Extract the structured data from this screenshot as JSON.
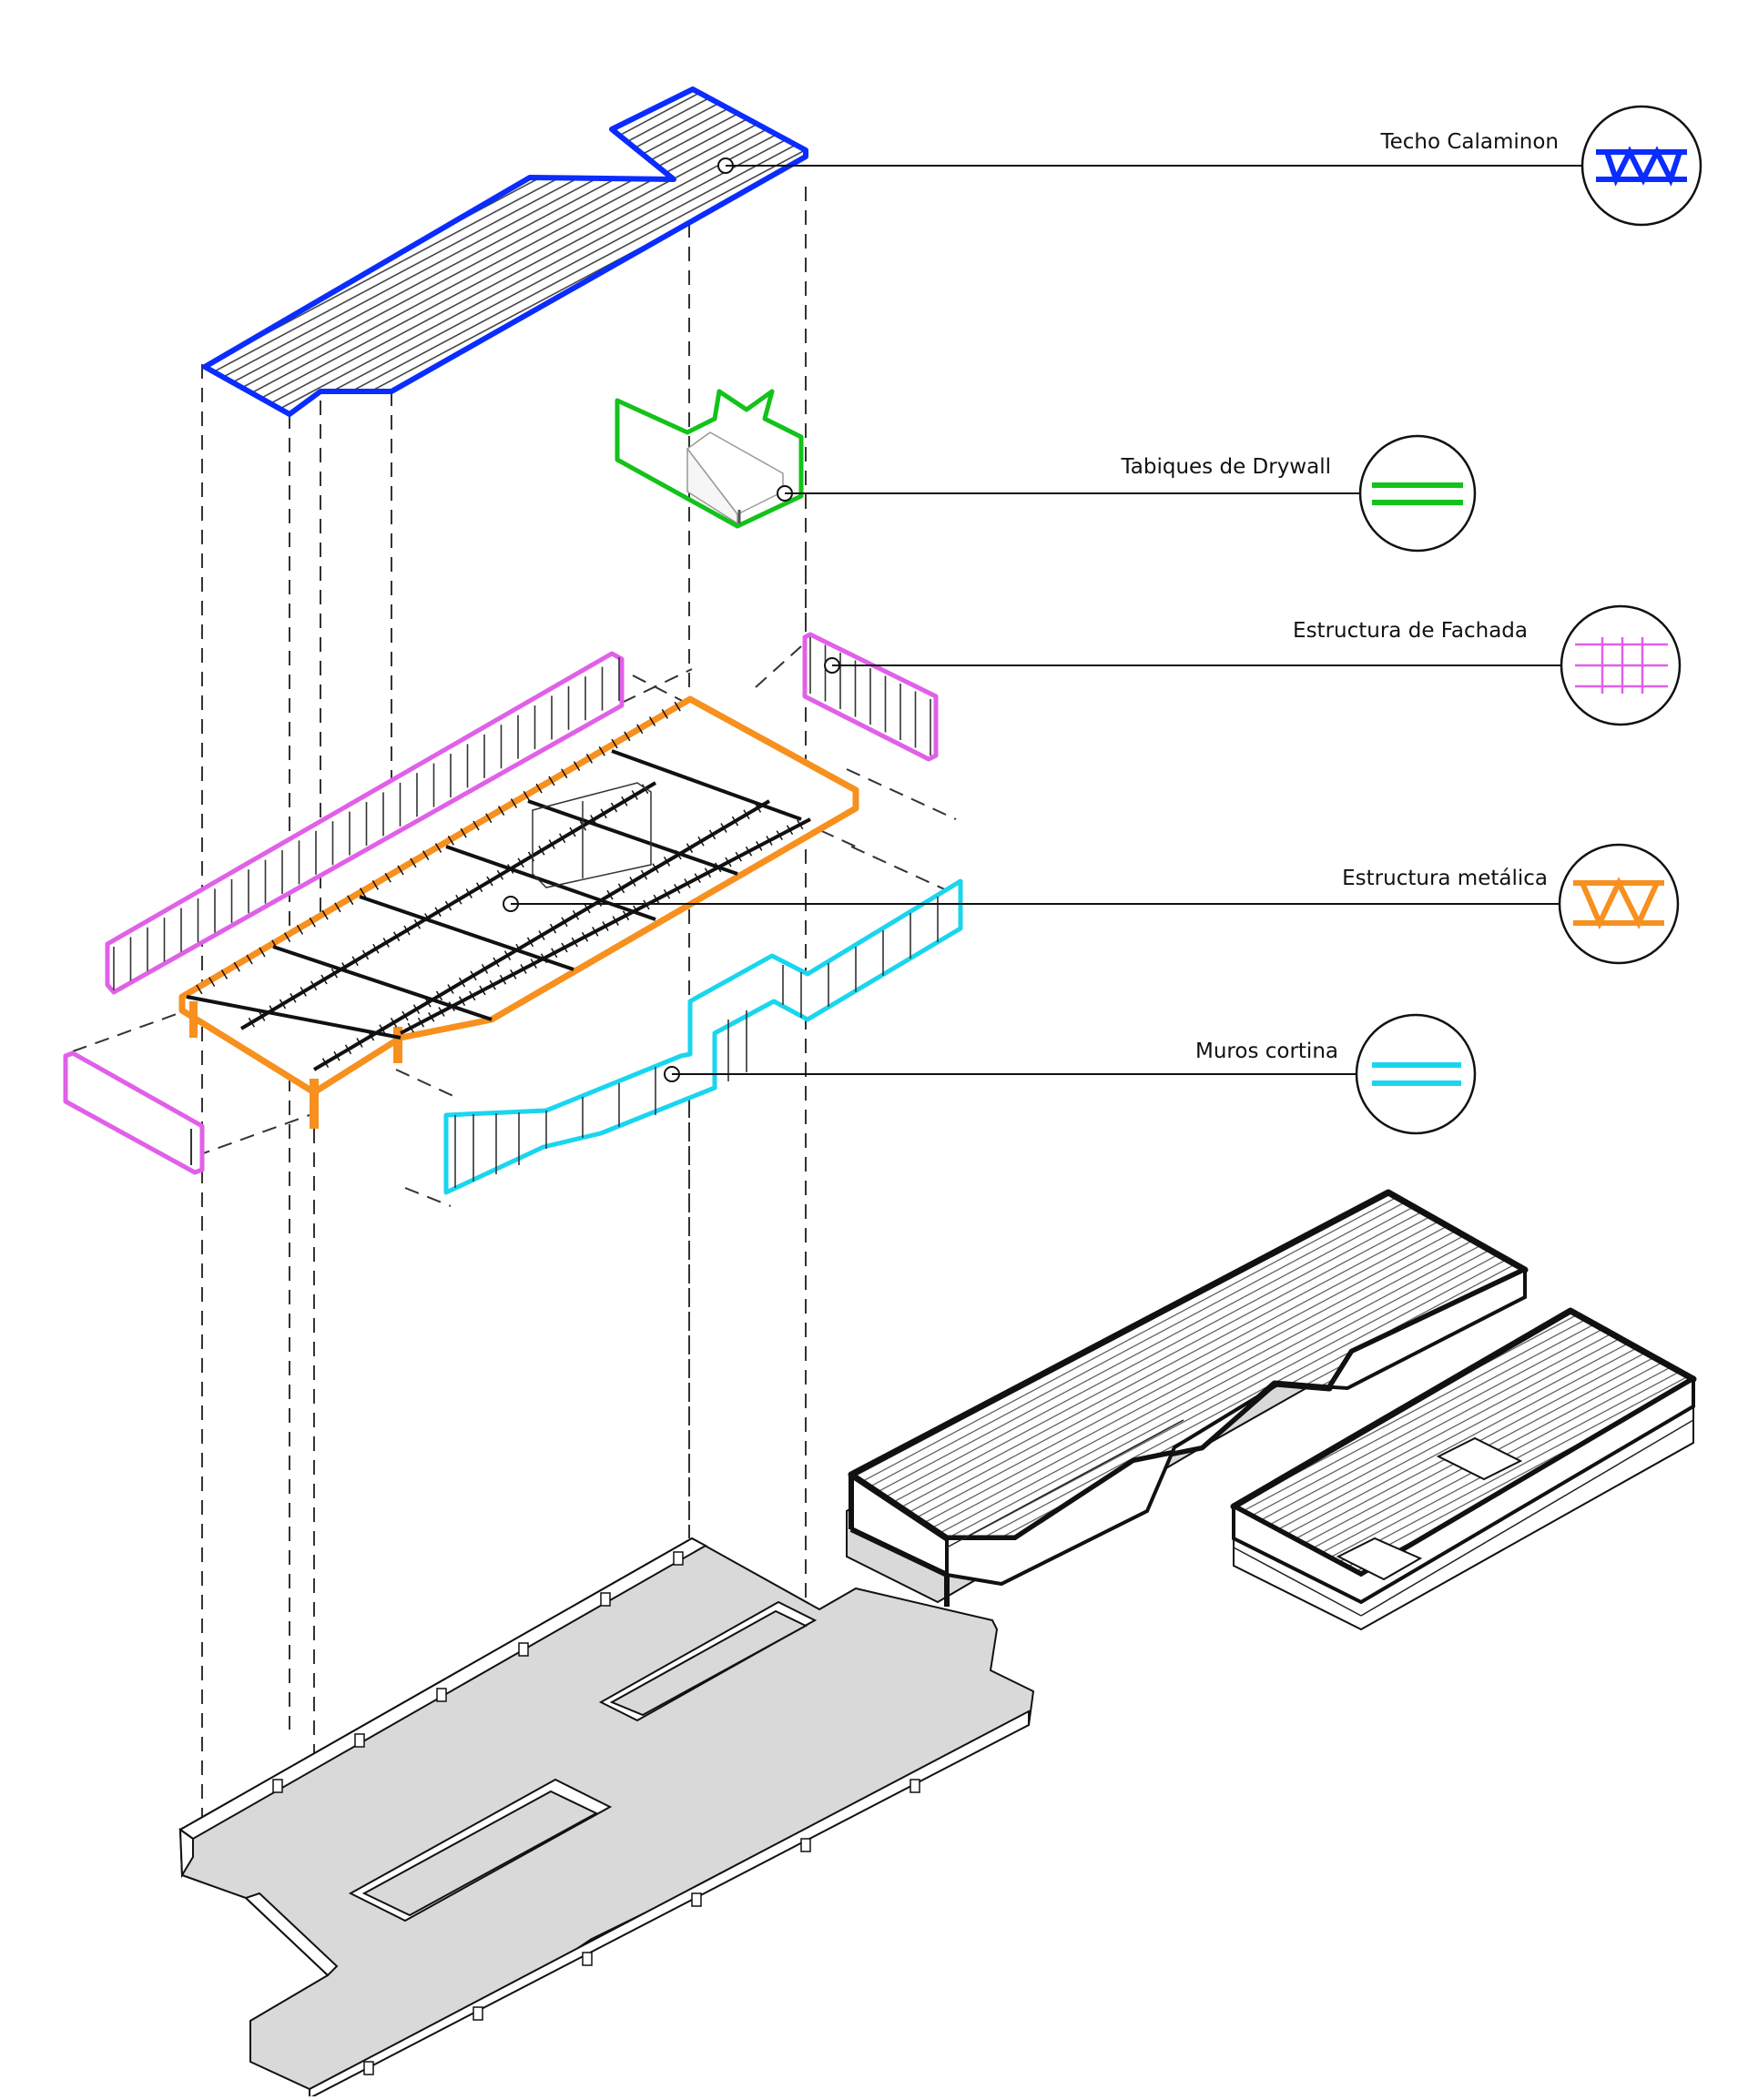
{
  "diagram": {
    "legend": [
      {
        "id": "roof",
        "label": "Techo Calaminon",
        "color": "#0a2cff",
        "icon": "truss-icon"
      },
      {
        "id": "drywall",
        "label": "Tabiques de Drywall",
        "color": "#13c21a",
        "icon": "double-line-icon"
      },
      {
        "id": "facade",
        "label": "Estructura de Fachada",
        "color": "#e060e8",
        "icon": "grid-icon"
      },
      {
        "id": "metal",
        "label": "Estructura metálica",
        "color": "#f7901e",
        "icon": "truss-icon"
      },
      {
        "id": "curtain",
        "label": "Muros cortina",
        "color": "#19d6ee",
        "icon": "double-line-icon"
      }
    ],
    "colors": {
      "line": "#111111",
      "dash": "#333333",
      "floor": "#d9d9d9",
      "hatch": "#555555"
    }
  }
}
